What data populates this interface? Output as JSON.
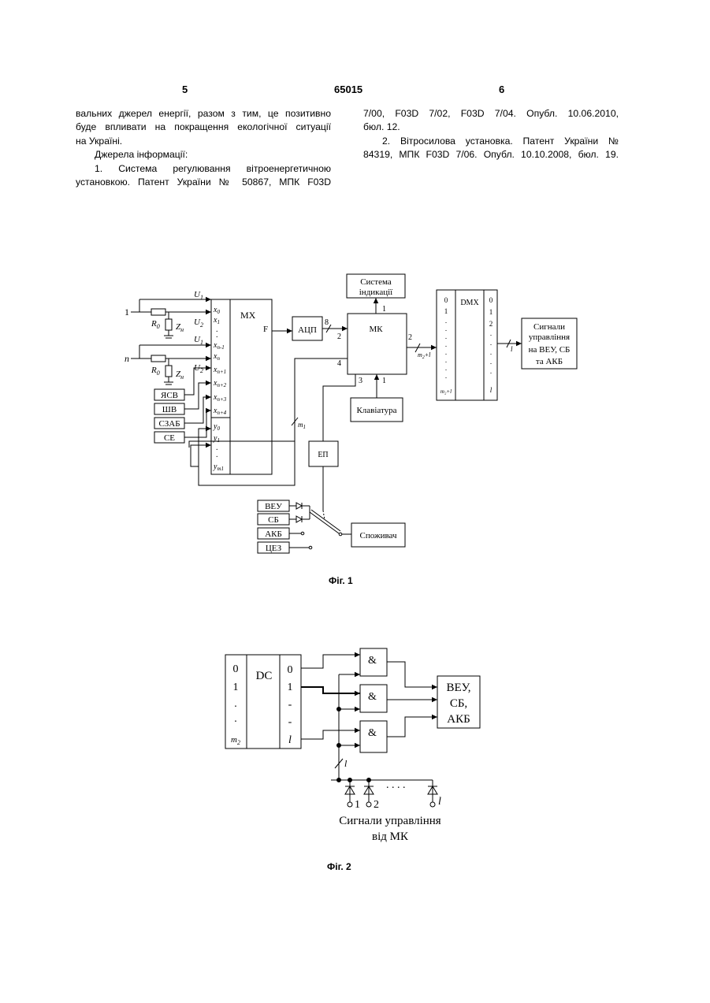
{
  "header": {
    "page_left": "5",
    "patent_number": "65015",
    "page_right": "6"
  },
  "left_column": [
    "вальних джерел енергії, разом з тим, це позитивно",
    "буде впливати на покращення екологічної ситуації",
    "на Україні.",
    "Джерела інформації:",
    "1. Система регулювання вітроенергетичною",
    "установкою. Патент України № 50867, МПК F03D"
  ],
  "right_column": [
    "7/00, F03D 7/02, F03D 7/04. Опубл. 10.06.2010,",
    "бюл. 12.",
    "2. Вітросилова установка. Патент України №",
    "84319, МПК F03D 7/06. Опубл. 10.10.2008, бюл. 19."
  ],
  "fig1": {
    "caption": "Фіг. 1",
    "input_1": "1",
    "input_n": "n",
    "r0": "R",
    "r0_sub": "0",
    "zn": "Z",
    "zn_sub": "н",
    "u1": "U",
    "u1_sub": "1",
    "u2": "U",
    "u2_sub": "2",
    "sensors": [
      "ЯСВ",
      "ШВ",
      "СЗАБ",
      "СЕ"
    ],
    "mx_label": "MX",
    "mx_f": "F",
    "mx_inputs": [
      "x",
      "x",
      "x",
      "x",
      "x",
      "x",
      "x",
      "x",
      "y",
      "y",
      "y"
    ],
    "mx_input_subs": [
      "0",
      "1",
      "n-1",
      "n",
      "n+1",
      "n+2",
      "n+3",
      "n+4",
      "0",
      "1",
      "m1"
    ],
    "adc": "АЦП",
    "adc_bus": "8",
    "mk": "МК",
    "mk_ports": [
      "1",
      "2",
      "2",
      "3",
      "4",
      "1"
    ],
    "indication": [
      "Система",
      "індикації"
    ],
    "keyboard": "Клавіатура",
    "ep": "ЕП",
    "m1": "m",
    "m1_sub": "1",
    "bus_m2l": "m",
    "bus_m2l_sub": "2",
    "bus_m2l_tail": "+l",
    "dmx_label": "DMX",
    "dmx_left": [
      "0",
      "1",
      ".",
      ".",
      ".",
      ".",
      ".",
      ".",
      ".",
      ".",
      "m₂+l"
    ],
    "dmx_right": [
      "0",
      "1",
      "2",
      ".",
      ".",
      ".",
      ".",
      ".",
      "l"
    ],
    "bus_l": "l",
    "signals": [
      "Сигнали",
      "управління",
      "на ВЕУ, СБ",
      "та АКБ"
    ],
    "sources": [
      "ВЕУ",
      "СБ",
      "АКБ",
      "ЦЕЗ"
    ],
    "consumer": "Споживач"
  },
  "fig2": {
    "caption": "Фіг. 2",
    "dc_label": "DC",
    "dc_left": [
      "0",
      "1",
      ".",
      ".",
      "m"
    ],
    "dc_left_sub": "2",
    "dc_right": [
      "0",
      "1",
      "-",
      "-",
      "l"
    ],
    "gate": "&",
    "target": [
      "ВЕУ,",
      "СБ,",
      "АКБ"
    ],
    "bus_l": "l",
    "diode_labels": [
      "1",
      "2",
      "l"
    ],
    "dots": ". . . .",
    "bottom_label": [
      "Сигнали управління",
      "від МК"
    ]
  }
}
